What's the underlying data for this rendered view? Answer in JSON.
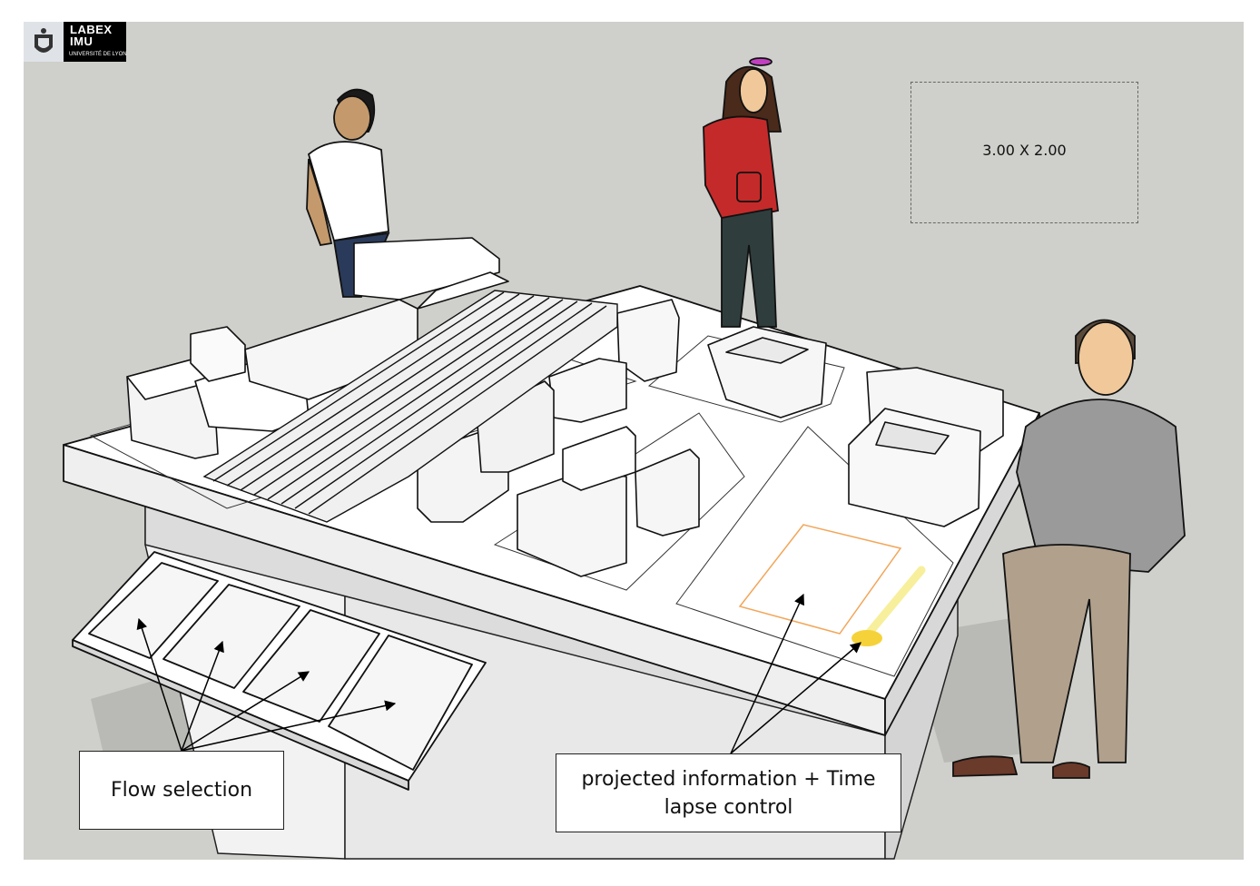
{
  "logo": {
    "line1": "LABEX",
    "line2": "IMU",
    "line3": "UNIVERSITÉ DE LYON"
  },
  "dimension_label": "3.00 X 2.00",
  "callouts": {
    "flow_selection": "Flow selection",
    "projected_info": "projected information + Time lapse control"
  },
  "colors": {
    "background": "#cfcfcb",
    "surface": "#ffffff",
    "projection_outline": "#f2a65a",
    "highlight": "#f5d23a"
  }
}
